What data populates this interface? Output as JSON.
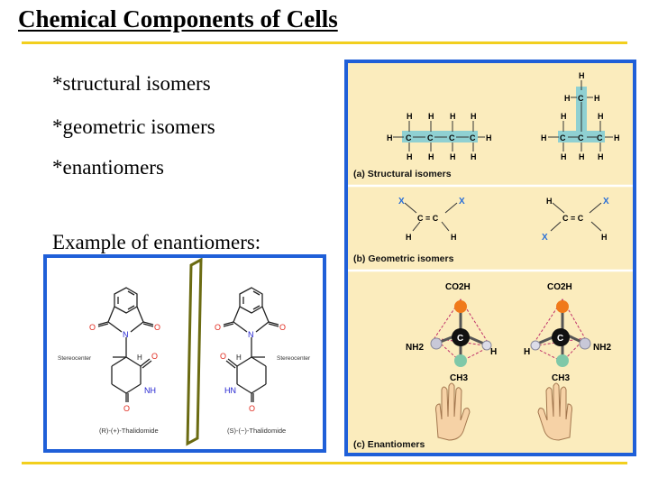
{
  "title": "Chemical Components of Cells",
  "bullets": [
    "*structural isomers",
    "*geometric isomers",
    "*enantiomers"
  ],
  "example_label": "Example of enantiomers:",
  "thalidomide": {
    "stereocenter_label": "Stereocenter",
    "r_name": "(R)-(+)-Thalidomide",
    "s_name": "(S)-(−)-Thalidomide",
    "atom_o": "O",
    "atom_n": "N",
    "atom_h": "H",
    "atom_nh": "NH",
    "atom_hn": "HN"
  },
  "isomers": {
    "structural_caption": "(a) Structural isomers",
    "geometric_caption": "(b) Geometric isomers",
    "enantiomers_caption": "(c) Enantiomers",
    "atom_h": "H",
    "atom_c": "C",
    "atom_x": "X",
    "cooh": "CO2H",
    "nh2": "NH2",
    "ch3": "CH3",
    "cc_double": "C = C"
  },
  "colors": {
    "accent_rule": "#f2cf1e",
    "frame_blue": "#1f5fd8",
    "panel_bg": "#fbecbd",
    "highlight": "#8fd0d2",
    "x_blue": "#2a6fd6",
    "mirror": "#6b6b12",
    "thal_red": "#e02a1e",
    "thal_blue": "#1d1dcf"
  }
}
